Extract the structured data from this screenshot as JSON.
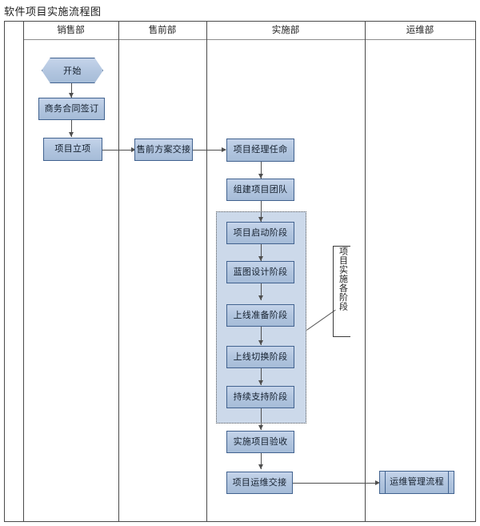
{
  "title": "软件项目实施流程图",
  "lanes": [
    {
      "id": "lane-spacer",
      "label": ""
    },
    {
      "id": "lane-sales",
      "label": "销售部"
    },
    {
      "id": "lane-presales",
      "label": "售前部"
    },
    {
      "id": "lane-implementation",
      "label": "实施部"
    },
    {
      "id": "lane-operations",
      "label": "运维部"
    }
  ],
  "nodes": {
    "start": "开始",
    "contract": "商务合同签订",
    "project_initiation": "项目立项",
    "presales_handover": "售前方案交接",
    "pm_appointment": "项目经理任命",
    "build_team": "组建项目团队",
    "phase_kickoff": "项目启动阶段",
    "phase_blueprint": "蓝图设计阶段",
    "phase_golive_prep": "上线准备阶段",
    "phase_golive_switch": "上线切换阶段",
    "phase_support": "持续支持阶段",
    "acceptance": "实施项目验收",
    "ops_handover": "项目运维交接",
    "ops_process": "运维管理流程"
  },
  "annotation": {
    "phase_group_label": "项目实施各阶段"
  },
  "colors": {
    "node_fill": "#b0c4de",
    "node_border": "#41628f",
    "group_fill": "#ccd9ea",
    "group_border": "#5a5a5a",
    "connector": "#4f4f4f",
    "table_border": "#4a4a4a",
    "text": "#15202e"
  }
}
